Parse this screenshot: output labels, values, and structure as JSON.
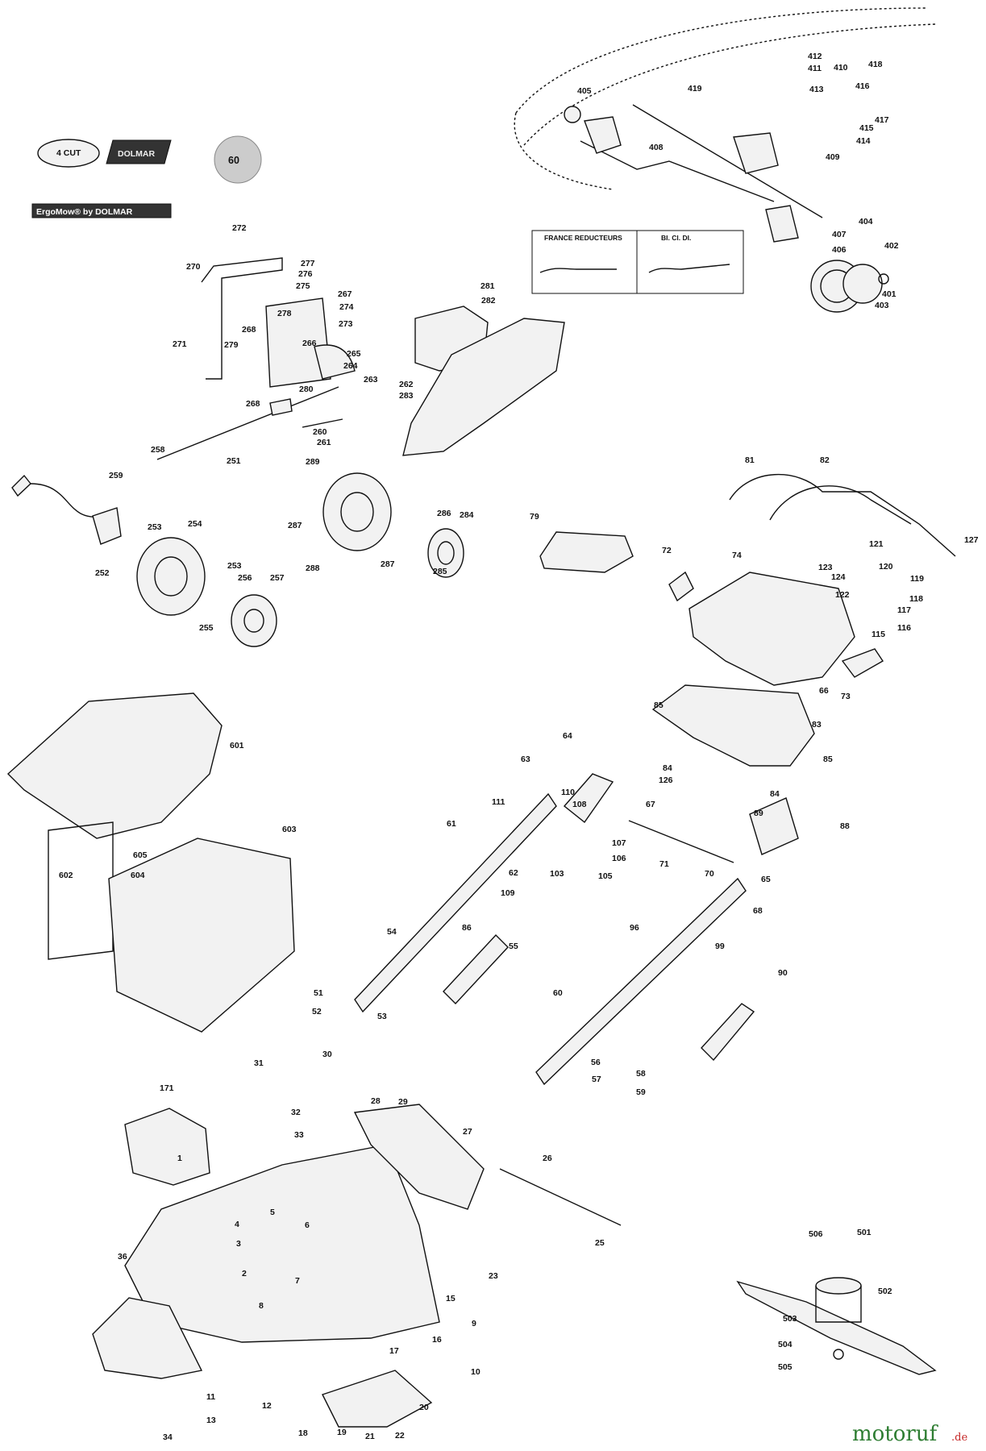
{
  "badges": [
    {
      "id": "990",
      "text": "4 CUT"
    },
    {
      "id": "991",
      "text": "DOLMAR"
    },
    {
      "id": "992",
      "text": "60"
    },
    {
      "id": "993",
      "text": "ErgoMow® by DOLMAR"
    }
  ],
  "legend": {
    "france_reducteurs": "FRANCE REDUCTEURS",
    "bi_cl_di": "BI. Cl. DI."
  },
  "watermark": {
    "name": "motoruf",
    "tld": ".de"
  },
  "callouts": [
    {
      "id": "1"
    },
    {
      "id": "2"
    },
    {
      "id": "3"
    },
    {
      "id": "4"
    },
    {
      "id": "5"
    },
    {
      "id": "6"
    },
    {
      "id": "7"
    },
    {
      "id": "8"
    },
    {
      "id": "9"
    },
    {
      "id": "10"
    },
    {
      "id": "11"
    },
    {
      "id": "12"
    },
    {
      "id": "13"
    },
    {
      "id": "15"
    },
    {
      "id": "16"
    },
    {
      "id": "17"
    },
    {
      "id": "18"
    },
    {
      "id": "19"
    },
    {
      "id": "20"
    },
    {
      "id": "21"
    },
    {
      "id": "22"
    },
    {
      "id": "23"
    },
    {
      "id": "25"
    },
    {
      "id": "26"
    },
    {
      "id": "27"
    },
    {
      "id": "28"
    },
    {
      "id": "29"
    },
    {
      "id": "30"
    },
    {
      "id": "31"
    },
    {
      "id": "32"
    },
    {
      "id": "33"
    },
    {
      "id": "34"
    },
    {
      "id": "36"
    },
    {
      "id": "51"
    },
    {
      "id": "52"
    },
    {
      "id": "53"
    },
    {
      "id": "54"
    },
    {
      "id": "55"
    },
    {
      "id": "56"
    },
    {
      "id": "57"
    },
    {
      "id": "58"
    },
    {
      "id": "59"
    },
    {
      "id": "60"
    },
    {
      "id": "61"
    },
    {
      "id": "62"
    },
    {
      "id": "63"
    },
    {
      "id": "64"
    },
    {
      "id": "65"
    },
    {
      "id": "66"
    },
    {
      "id": "67"
    },
    {
      "id": "68"
    },
    {
      "id": "70"
    },
    {
      "id": "71"
    },
    {
      "id": "72"
    },
    {
      "id": "73"
    },
    {
      "id": "74"
    },
    {
      "id": "79"
    },
    {
      "id": "81"
    },
    {
      "id": "82"
    },
    {
      "id": "83"
    },
    {
      "id": "84"
    },
    {
      "id": "84"
    },
    {
      "id": "85"
    },
    {
      "id": "85"
    },
    {
      "id": "86"
    },
    {
      "id": "88"
    },
    {
      "id": "89"
    },
    {
      "id": "90"
    },
    {
      "id": "96"
    },
    {
      "id": "99"
    },
    {
      "id": "103"
    },
    {
      "id": "105"
    },
    {
      "id": "106"
    },
    {
      "id": "107"
    },
    {
      "id": "108"
    },
    {
      "id": "109"
    },
    {
      "id": "110"
    },
    {
      "id": "111"
    },
    {
      "id": "115"
    },
    {
      "id": "116"
    },
    {
      "id": "117"
    },
    {
      "id": "118"
    },
    {
      "id": "119"
    },
    {
      "id": "120"
    },
    {
      "id": "121"
    },
    {
      "id": "122"
    },
    {
      "id": "123"
    },
    {
      "id": "124"
    },
    {
      "id": "126"
    },
    {
      "id": "127"
    },
    {
      "id": "171"
    },
    {
      "id": "251"
    },
    {
      "id": "252"
    },
    {
      "id": "253"
    },
    {
      "id": "253"
    },
    {
      "id": "254"
    },
    {
      "id": "255"
    },
    {
      "id": "256"
    },
    {
      "id": "257"
    },
    {
      "id": "258"
    },
    {
      "id": "259"
    },
    {
      "id": "260"
    },
    {
      "id": "261"
    },
    {
      "id": "262"
    },
    {
      "id": "263"
    },
    {
      "id": "264"
    },
    {
      "id": "265"
    },
    {
      "id": "266"
    },
    {
      "id": "267"
    },
    {
      "id": "268"
    },
    {
      "id": "268"
    },
    {
      "id": "270"
    },
    {
      "id": "271"
    },
    {
      "id": "272"
    },
    {
      "id": "273"
    },
    {
      "id": "274"
    },
    {
      "id": "275"
    },
    {
      "id": "276"
    },
    {
      "id": "277"
    },
    {
      "id": "278"
    },
    {
      "id": "279"
    },
    {
      "id": "280"
    },
    {
      "id": "281"
    },
    {
      "id": "282"
    },
    {
      "id": "283"
    },
    {
      "id": "284"
    },
    {
      "id": "285"
    },
    {
      "id": "286"
    },
    {
      "id": "287"
    },
    {
      "id": "287"
    },
    {
      "id": "288"
    },
    {
      "id": "289"
    },
    {
      "id": "401"
    },
    {
      "id": "402"
    },
    {
      "id": "403"
    },
    {
      "id": "404"
    },
    {
      "id": "405"
    },
    {
      "id": "406"
    },
    {
      "id": "407"
    },
    {
      "id": "408"
    },
    {
      "id": "409"
    },
    {
      "id": "410"
    },
    {
      "id": "411"
    },
    {
      "id": "412"
    },
    {
      "id": "413"
    },
    {
      "id": "414"
    },
    {
      "id": "415"
    },
    {
      "id": "416"
    },
    {
      "id": "417"
    },
    {
      "id": "418"
    },
    {
      "id": "419"
    },
    {
      "id": "501"
    },
    {
      "id": "502"
    },
    {
      "id": "503"
    },
    {
      "id": "504"
    },
    {
      "id": "505"
    },
    {
      "id": "506"
    },
    {
      "id": "601"
    },
    {
      "id": "602"
    },
    {
      "id": "603"
    },
    {
      "id": "604"
    },
    {
      "id": "605"
    }
  ]
}
